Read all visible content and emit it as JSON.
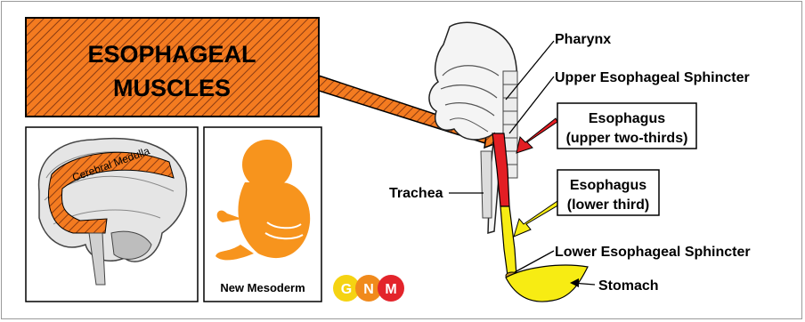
{
  "title_box": {
    "line1": "ESOPHAGEAL",
    "line2": "MUSCLES"
  },
  "brain_panel": {
    "label": "Cerebral Medulla"
  },
  "embryo_panel": {
    "label": "New Mesoderm"
  },
  "logo": {
    "letters": [
      "G",
      "N",
      "M"
    ],
    "colors": [
      "#f5d312",
      "#f08a1c",
      "#e3242b"
    ]
  },
  "anatomy_labels": {
    "pharynx": "Pharynx",
    "upper_sphincter": "Upper Esophageal Sphincter",
    "esophagus_upper_line1": "Esophagus",
    "esophagus_upper_line2": "(upper two-thirds)",
    "esophagus_lower_line1": "Esophagus",
    "esophagus_lower_line2": "(lower third)",
    "trachea": "Trachea",
    "lower_sphincter": "Lower Esophageal Sphincter",
    "stomach": "Stomach"
  },
  "colors": {
    "orange": "#f47b20",
    "red": "#e31e24",
    "yellow": "#f7ec13",
    "stripe": "#8a3b12"
  }
}
